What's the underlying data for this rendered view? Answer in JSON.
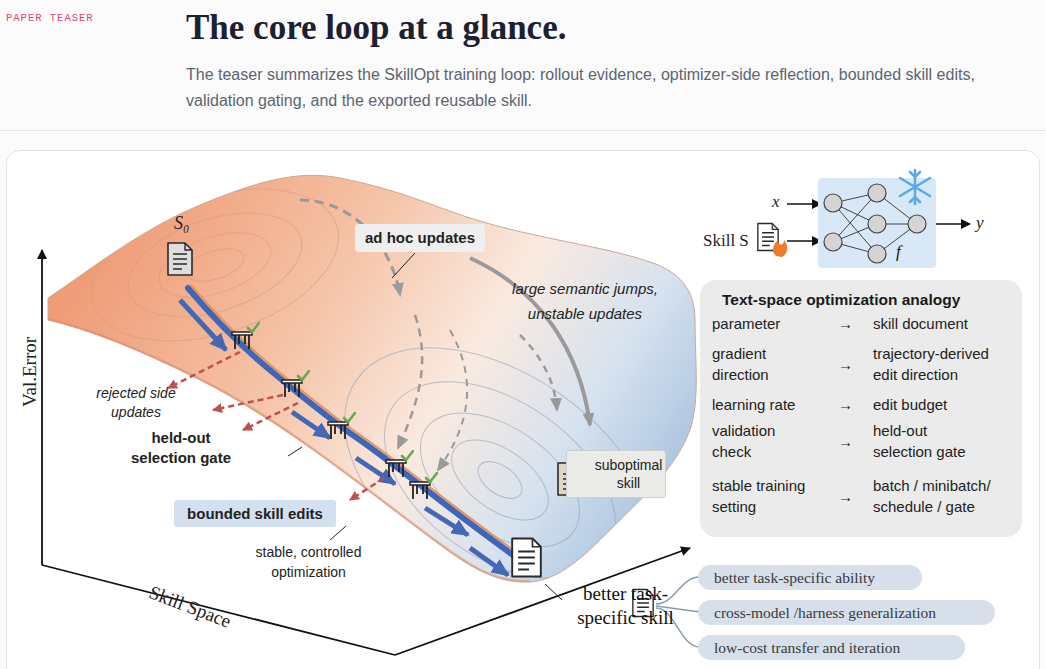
{
  "diagram": {
    "title": "The core loop at a glance.",
    "caption": "The teaser summarizes the SkillOpt training loop: rollout evidence, optimizer-side reflection, bounded skill edits, validation gating, and the exported reusable skill.",
    "nodes": [
      {
        "text": [
          "ad hoc updates"
        ]
      },
      {
        "text": [
          "bounded skill edits"
        ]
      },
      {
        "text": [
          "suboptimal skill"
        ]
      },
      {
        "text": [
          "f"
        ]
      },
      {
        "text": [
          "Text-space optimization analogy"
        ]
      },
      {
        "text": [
          "better task-specific ability"
        ]
      },
      {
        "text": [
          "cross-model /harness generalization"
        ]
      },
      {
        "text": [
          "low-cost transfer and iteration"
        ]
      }
    ],
    "labels": [
      "PAPER TEASER",
      "S₀",
      "Val.Error",
      "Skill Space",
      "large semantic jumps, unstable updates",
      "rejected side updates",
      "held-out selection gate",
      "stable, controlled optimization",
      "better task-specific skill",
      "x",
      "Skill S",
      "y",
      "parameter",
      "→",
      "skill document",
      "gradient direction",
      "→",
      "trajectory-derived edit direction",
      "learning rate",
      "→",
      "edit budget",
      "validation check",
      "→",
      "held-out selection gate",
      "stable training setting",
      "→",
      "batch / minibatch/ schedule / gate"
    ]
  }
}
